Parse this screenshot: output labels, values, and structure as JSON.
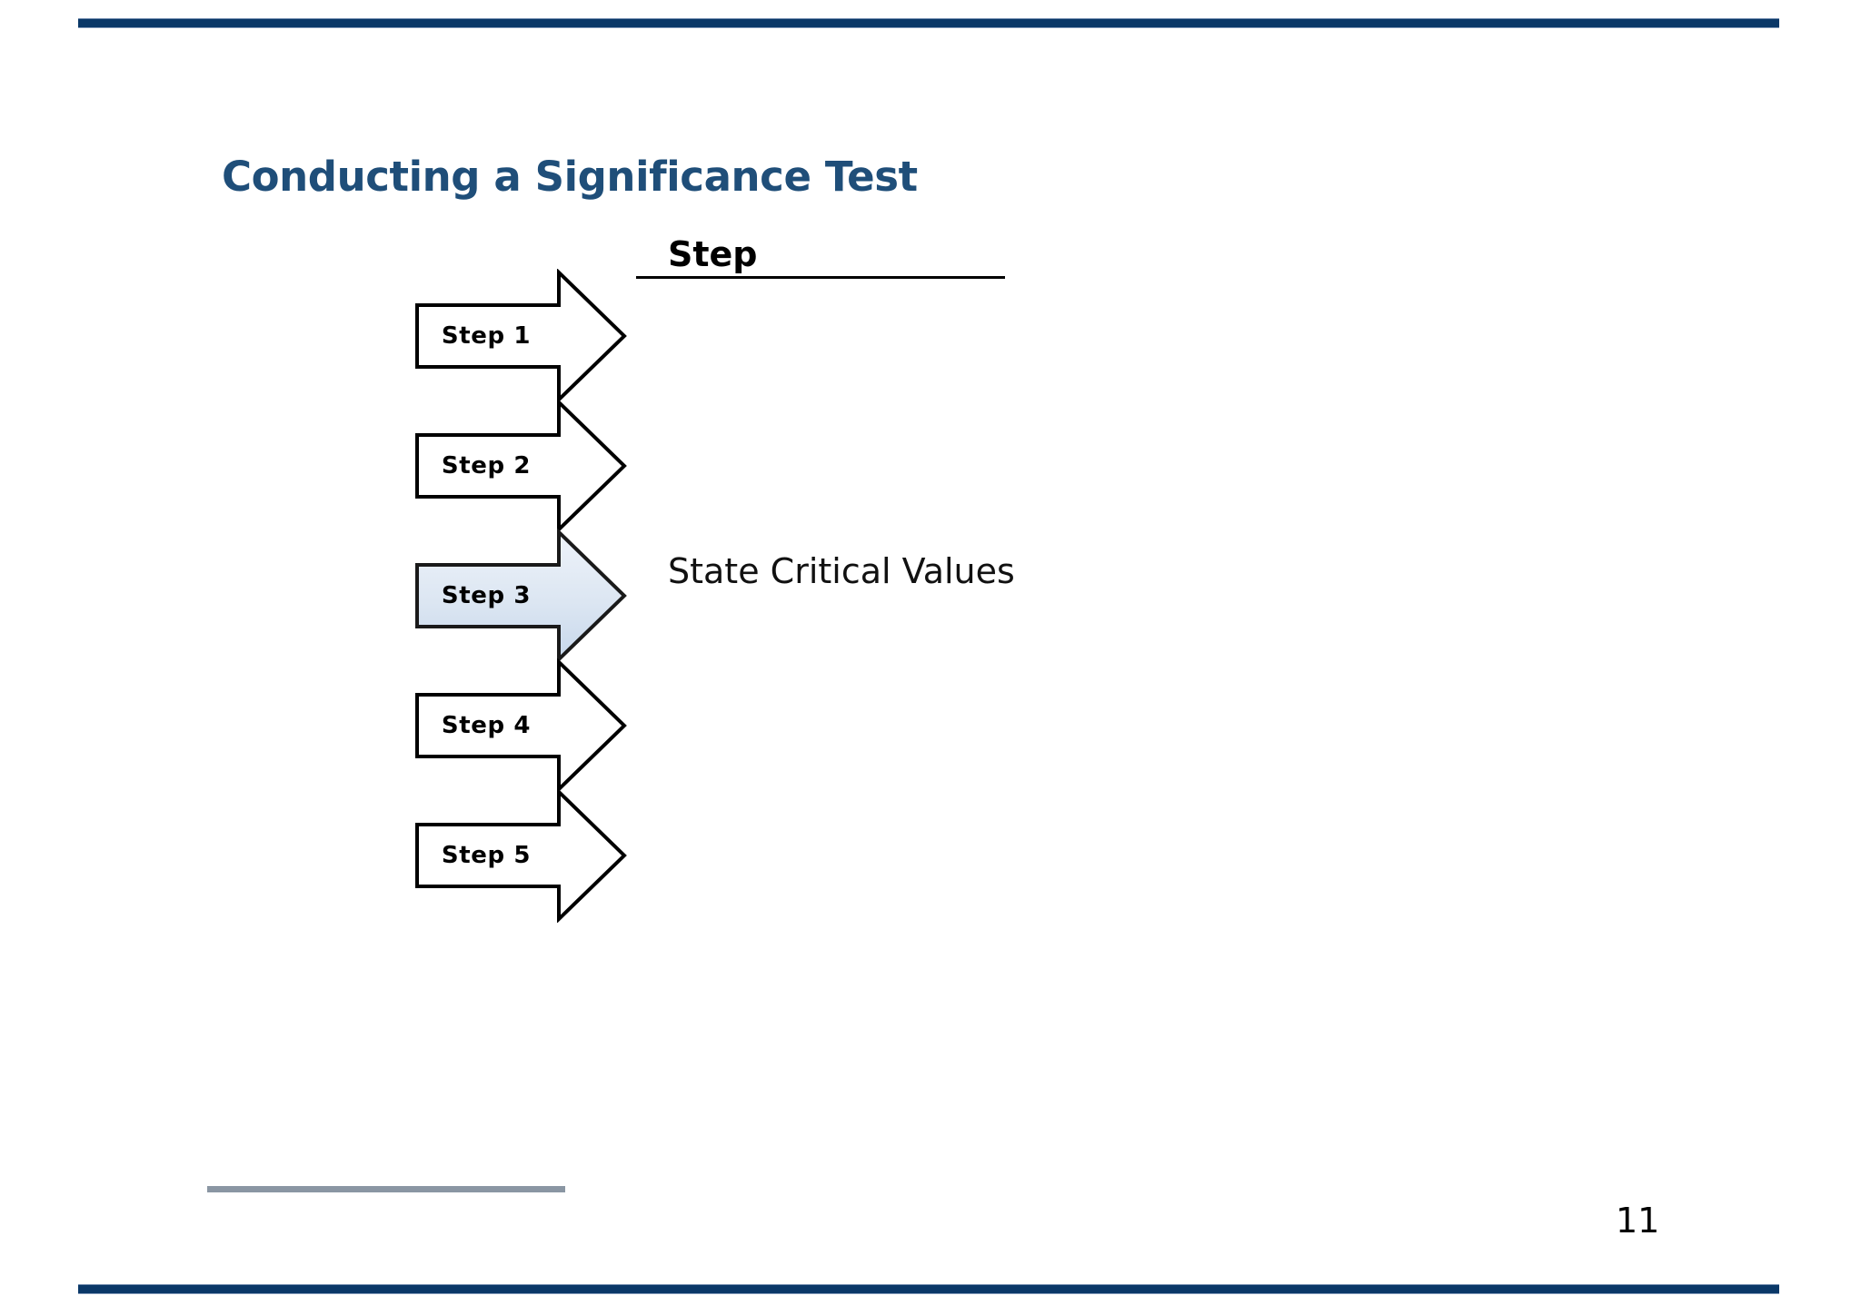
{
  "slide": {
    "title": "Conducting a Significance Test",
    "page_number": "11",
    "accent_navy": "#0a3868",
    "title_color": "#1f4e79",
    "footer_line_color": "#8a96a3",
    "highlight_fill": "#dce6f2",
    "background": "#ffffff"
  },
  "table": {
    "column_header": "Step",
    "rows": [
      {
        "step_label": "Step 1",
        "description": "",
        "highlighted": false
      },
      {
        "step_label": "Step 2",
        "description": "",
        "highlighted": false
      },
      {
        "step_label": "Step 3",
        "description": "State Critical Values",
        "highlighted": true
      },
      {
        "step_label": "Step 4",
        "description": "",
        "highlighted": false
      },
      {
        "step_label": "Step 5",
        "description": "",
        "highlighted": false
      }
    ]
  }
}
